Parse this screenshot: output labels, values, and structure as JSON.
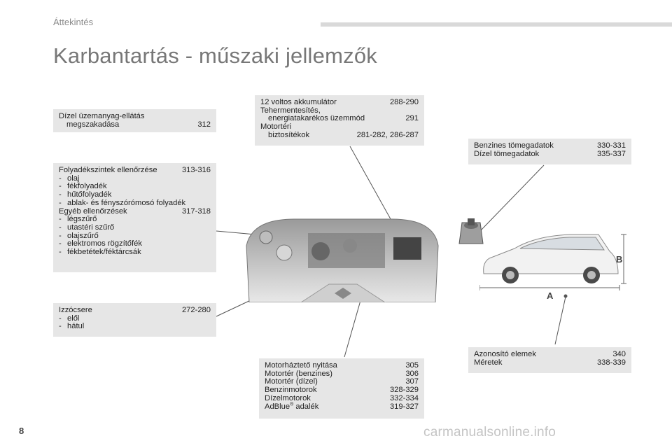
{
  "header": {
    "section": "Áttekintés"
  },
  "title": "Karbantartás - műszaki jellemzők",
  "boxes": {
    "fuel": {
      "rows": [
        {
          "label": "Dízel üzemanyag-ellátás",
          "page": ""
        },
        {
          "label": "megszakadása",
          "page": "312",
          "indent": true
        }
      ]
    },
    "fluids": {
      "check_label": "Folyadékszintek ellenőrzése",
      "check_page": "313-316",
      "fluid_items": [
        "olaj",
        "fékfolyadék",
        "hűtőfolyadék",
        "ablak- és fényszórómosó folyadék"
      ],
      "other_label": "Egyéb ellenőrzések",
      "other_page": "317-318",
      "other_items": [
        "légszűrő",
        "utastéri szűrő",
        "olajszűrő",
        "elektromos rögzítőfék",
        "fékbetétek/féktárcsák"
      ]
    },
    "bulbs": {
      "label": "Izzócsere",
      "page": "272-280",
      "items": [
        "elől",
        "hátul"
      ]
    },
    "battery": {
      "rows": [
        {
          "label": "12 voltos akkumulátor",
          "page": "288-290"
        },
        {
          "label": "Tehermentesítés,",
          "page": ""
        },
        {
          "label": "energiatakarékos üzemmód",
          "page": "291",
          "indent": true
        },
        {
          "label": "Motortéri",
          "page": ""
        },
        {
          "label": "biztosítékok",
          "page": "281-282, 286-287",
          "indent": true
        }
      ]
    },
    "weights": {
      "rows": [
        {
          "label": "Benzines tömegadatok",
          "page": "330-331"
        },
        {
          "label": "Dízel tömegadatok",
          "page": "335-337"
        }
      ]
    },
    "ident": {
      "rows": [
        {
          "label": "Azonosító elemek",
          "page": "340"
        },
        {
          "label": "Méretek",
          "page": "338-339"
        }
      ]
    },
    "engine": {
      "rows": [
        {
          "label": "Motorháztető nyitása",
          "page": "305"
        },
        {
          "label": "Motortér (benzines)",
          "page": "306"
        },
        {
          "label": "Motortér (dízel)",
          "page": "307"
        },
        {
          "label": "Benzinmotorok",
          "page": "328-329"
        },
        {
          "label": "Dízelmotorok",
          "page": "332-334"
        }
      ],
      "adblue_label": "AdBlue",
      "adblue_sup": "®",
      "adblue_rest": " adalék",
      "adblue_page": "319-327"
    }
  },
  "dimension_labels": {
    "a": "A",
    "b": "B"
  },
  "footer": {
    "page_number": "8",
    "watermark": "carmanualsonline.info"
  },
  "colors": {
    "box_bg": "#e6e6e6",
    "title": "#777777",
    "line": "#555555"
  }
}
